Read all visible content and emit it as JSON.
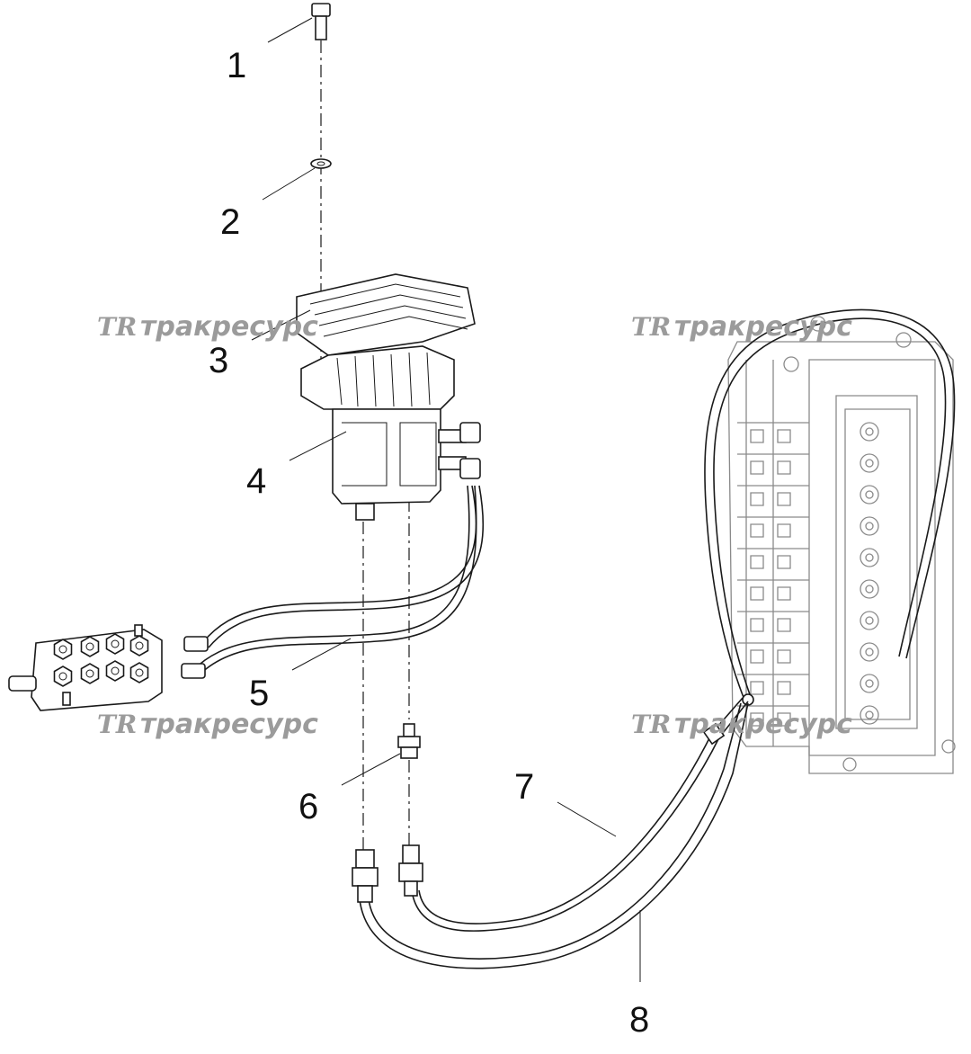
{
  "callouts": [
    {
      "id": "1",
      "label": "1"
    },
    {
      "id": "2",
      "label": "2"
    },
    {
      "id": "3",
      "label": "3"
    },
    {
      "id": "4",
      "label": "4"
    },
    {
      "id": "5",
      "label": "5"
    },
    {
      "id": "6",
      "label": "6"
    },
    {
      "id": "7",
      "label": "7"
    },
    {
      "id": "8",
      "label": "8"
    }
  ],
  "watermark": {
    "logo": "TR",
    "text": "тракресурс"
  },
  "colors": {
    "line": "#1a1a1a",
    "ghost": "#8a8a8a",
    "watermark": "#9b9b9b",
    "background": "#ffffff"
  }
}
